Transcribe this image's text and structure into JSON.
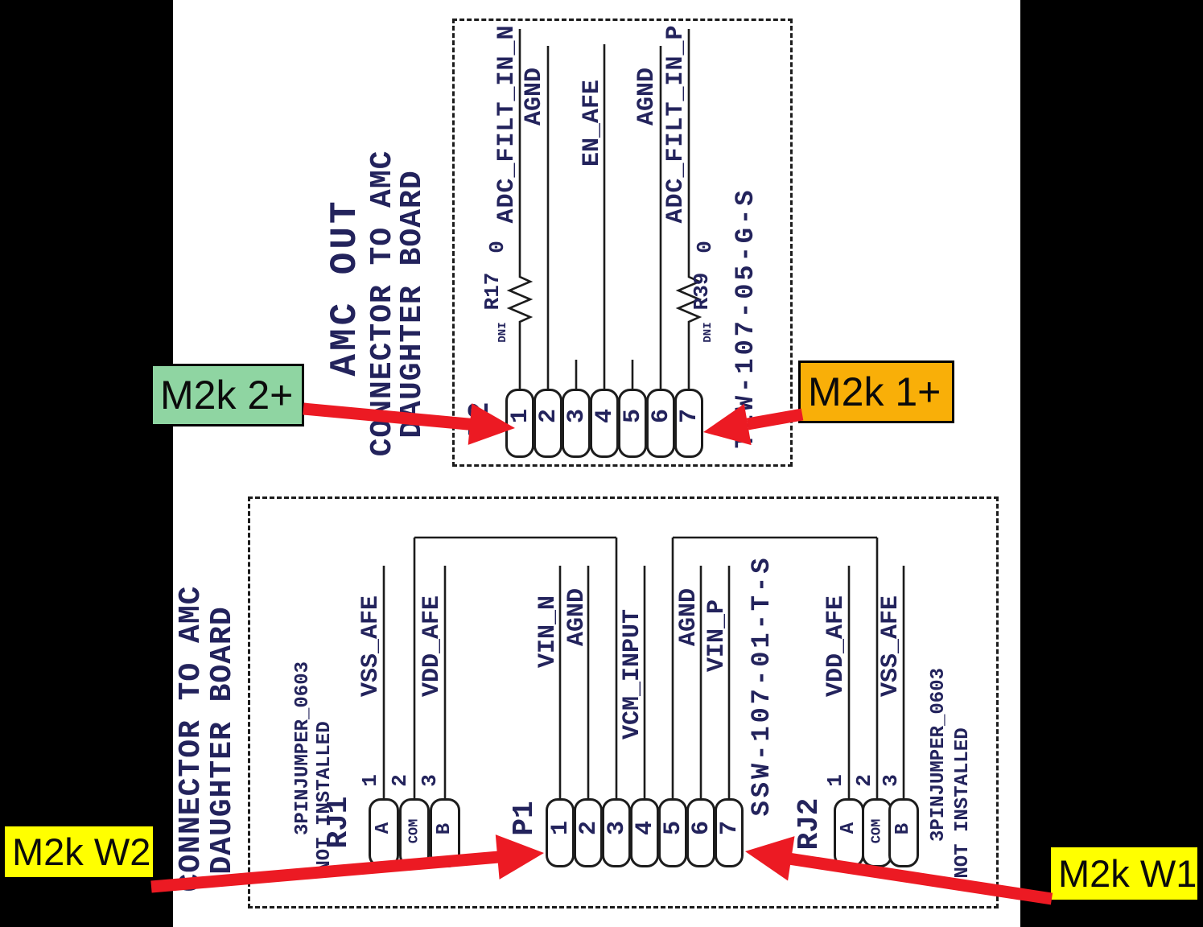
{
  "colors": {
    "background": "#000000",
    "paper": "#ffffff",
    "line_ink": "#1c1c1c",
    "text_ink": "#23235c",
    "arrow_red": "#ec1a23",
    "green_box": "#8fd5a2",
    "orange_box": "#f9af08",
    "yellow_box": "#ffff00"
  },
  "amc_out": {
    "title": "AMC OUT",
    "subtitle_line1": "CONNECTOR TO AMC",
    "subtitle_line2": "DAUGHTER BOARD",
    "connector": {
      "designator": "P2",
      "part_number": "TLW-107-05-G-S",
      "pins": [
        "1",
        "2",
        "3",
        "4",
        "5",
        "6",
        "7"
      ]
    },
    "nets": {
      "pin1": "ADC_FILT_IN_N",
      "pin2": "AGND",
      "pin4": "EN_AFE",
      "pin6": "AGND",
      "pin7": "ADC_FILT_IN_P"
    },
    "resistors": {
      "r17": {
        "ref": "R17",
        "value": "0",
        "note": "DNI"
      },
      "r39": {
        "ref": "R39",
        "value": "0",
        "note": "DNI"
      }
    }
  },
  "amc_in": {
    "subtitle_line1": "CONNECTOR TO AMC",
    "subtitle_line2": "DAUGHTER BOARD",
    "p1": {
      "designator": "P1",
      "part_number": "SSW-107-01-T-S",
      "pins": [
        "1",
        "2",
        "3",
        "4",
        "5",
        "6",
        "7"
      ],
      "nets": {
        "pin1": "VIN_N",
        "pin2": "AGND",
        "pin4": "VCM_INPUT",
        "pin6": "AGND",
        "pin7": "VIN_P"
      }
    },
    "rj1": {
      "designator": "RJ1",
      "part": "3PINJUMPER_0603",
      "note": "NOT INSTALLED",
      "pins": [
        "1",
        "2",
        "3"
      ],
      "pin_names": [
        "A",
        "COM",
        "B"
      ],
      "nets": {
        "pin1": "VSS_AFE",
        "pin3": "VDD_AFE"
      }
    },
    "rj2": {
      "designator": "RJ2",
      "part": "3PINJUMPER_0603",
      "note": "NOT INSTALLED",
      "pins": [
        "1",
        "2",
        "3"
      ],
      "pin_names": [
        "A",
        "COM",
        "B"
      ],
      "nets": {
        "pin1": "VDD_AFE",
        "pin3": "VSS_AFE"
      }
    }
  },
  "annotations": {
    "probe_2_plus": "M2k 2+",
    "probe_1_plus": "M2k 1+",
    "probe_w2": "M2k W2",
    "probe_w1": "M2k W1"
  }
}
